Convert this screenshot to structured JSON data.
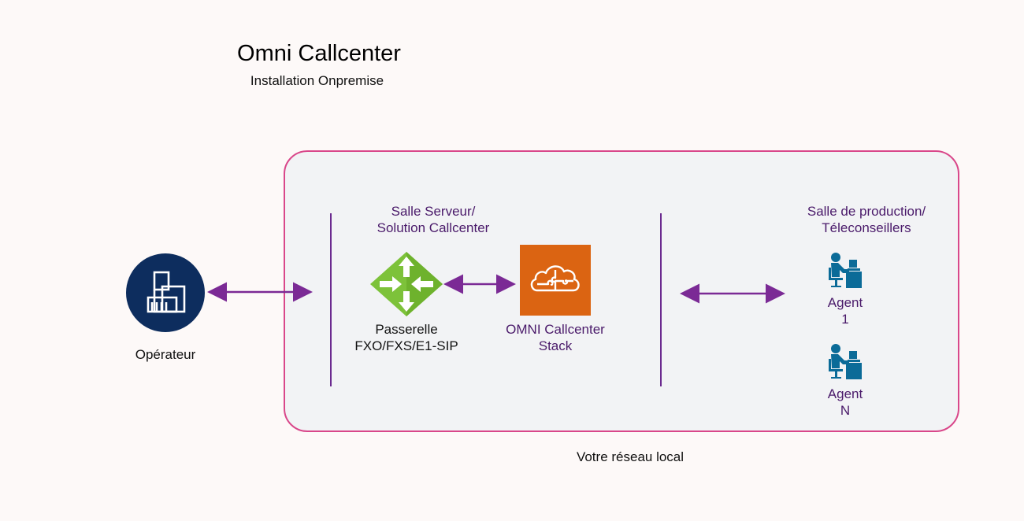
{
  "header": {
    "title": "Omni Callcenter",
    "subtitle": "Installation Onpremise"
  },
  "nodes": {
    "operator": {
      "label": "Opérateur",
      "icon": "building-icon",
      "color": "#0d2d5e"
    },
    "server_room": {
      "label_line1": "Salle Serveur/",
      "label_line2": "Solution Callcenter"
    },
    "gateway": {
      "label_line1": "Passerelle",
      "label_line2": "FXO/FXS/E1-SIP",
      "icon": "router-icon",
      "color": "#7dc23a"
    },
    "stack": {
      "label_line1": "OMNI Callcenter",
      "label_line2": "Stack",
      "icon": "cloud-puzzle-icon",
      "color": "#db6412"
    },
    "production_room": {
      "label_line1": "Salle de production/",
      "label_line2": "Téleconseillers"
    },
    "agents": [
      {
        "label_line1": "Agent",
        "label_line2": "1",
        "icon": "agent-desk-icon"
      },
      {
        "label_line1": "Agent",
        "label_line2": "N",
        "icon": "agent-desk-icon"
      }
    ]
  },
  "network": {
    "label": "Votre réseau local",
    "border_color": "#d9478a"
  },
  "connector_color": "#7b2a95"
}
